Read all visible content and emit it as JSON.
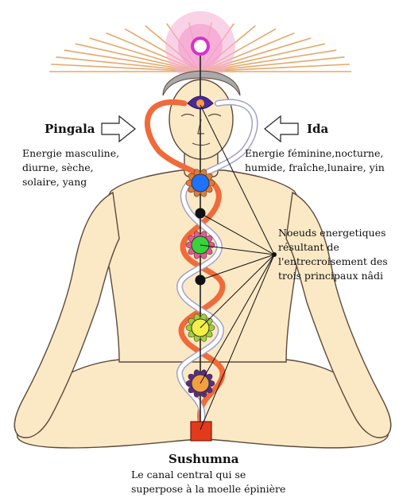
{
  "labels": {
    "pingala_title": "Pingala",
    "pingala_desc": [
      "Energie masculine,",
      "diurne, sèche,",
      "solaire, yang"
    ],
    "ida_title": "Ida",
    "ida_desc": [
      "Energie féminine,nocturne,",
      "humide, fraîche,lunaire, yin"
    ],
    "nodes_desc": [
      "Noeuds energetiques",
      "résultant de",
      "l'entrecroisement des",
      "trois principaux nâdi"
    ],
    "sushumna_title": "Sushumna",
    "sushumna_desc": [
      "Le canal central qui se",
      "superpose à la moelle épinière"
    ]
  },
  "colors": {
    "skin": "#fbe9c6",
    "outline": "#5c4a3a",
    "pingala": "#f06a3a",
    "ida": "#ffffff",
    "ida_outline": "#a0a3c8",
    "wing": "#e6a86a",
    "halo": "#f7b4d8",
    "crown": "#d633c8",
    "hair": "#a9a9a9",
    "chakra_third_eye": "#4b2a9a",
    "chakra_throat": "#1e72ff",
    "chakra_heart": "#3ad23a",
    "chakra_solar": "#f2ee4a",
    "chakra_sacral": "#f4a040",
    "chakra_root": "#e23a1a",
    "node": "#111111"
  },
  "chakras": [
    {
      "name": "crown-chakra",
      "icon": "crown-lotus"
    },
    {
      "name": "third-eye-chakra",
      "icon": "indigo-lotus"
    },
    {
      "name": "throat-chakra",
      "icon": "blue-lotus"
    },
    {
      "name": "heart-chakra",
      "icon": "green-lotus"
    },
    {
      "name": "solar-plexus-chakra",
      "icon": "yellow-lotus"
    },
    {
      "name": "sacral-chakra",
      "icon": "orange-lotus"
    },
    {
      "name": "root-chakra",
      "icon": "red-square"
    }
  ],
  "nodes": [
    {
      "name": "node-1"
    },
    {
      "name": "node-2"
    },
    {
      "name": "node-3"
    },
    {
      "name": "node-4"
    }
  ]
}
